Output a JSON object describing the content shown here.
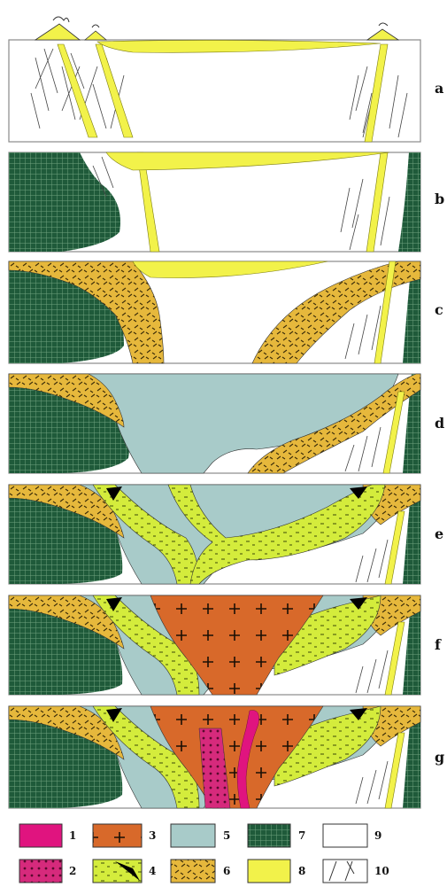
{
  "panels": [
    {
      "id": "a",
      "label": "a"
    },
    {
      "id": "b",
      "label": "b"
    },
    {
      "id": "c",
      "label": "c"
    },
    {
      "id": "d",
      "label": "d"
    },
    {
      "id": "e",
      "label": "e"
    },
    {
      "id": "f",
      "label": "f"
    },
    {
      "id": "g",
      "label": "g"
    }
  ],
  "legend": {
    "items": [
      {
        "number": "1",
        "pattern": "magenta-solid",
        "color": "#e0147f"
      },
      {
        "number": "2",
        "pattern": "magenta-dotted",
        "color": "#d62a7c"
      },
      {
        "number": "3",
        "pattern": "orange-crosses",
        "color": "#d8692a"
      },
      {
        "number": "4",
        "pattern": "lime-dashes-with-black-wedge",
        "color": "#d4ec3c"
      },
      {
        "number": "5",
        "pattern": "pale-blue-solid",
        "color": "#a8cbc9"
      },
      {
        "number": "6",
        "pattern": "gold-dashes",
        "color": "#e6b83c"
      },
      {
        "number": "7",
        "pattern": "dark-green-grid",
        "color": "#1f5a3a"
      },
      {
        "number": "8",
        "pattern": "yellow-solid",
        "color": "#f2f24a"
      },
      {
        "number": "9",
        "pattern": "white-box",
        "color": "#ffffff"
      },
      {
        "number": "10",
        "pattern": "white-box-with-fractures",
        "color": "#ffffff"
      }
    ]
  },
  "colors": {
    "magenta": "#e0147f",
    "orange": "#d8692a",
    "lime": "#d4ec3c",
    "blue": "#a8cbc9",
    "gold": "#e6b83c",
    "green": "#1f5a3a",
    "yellow": "#f2f24a",
    "frame": "#8a8a8a"
  }
}
